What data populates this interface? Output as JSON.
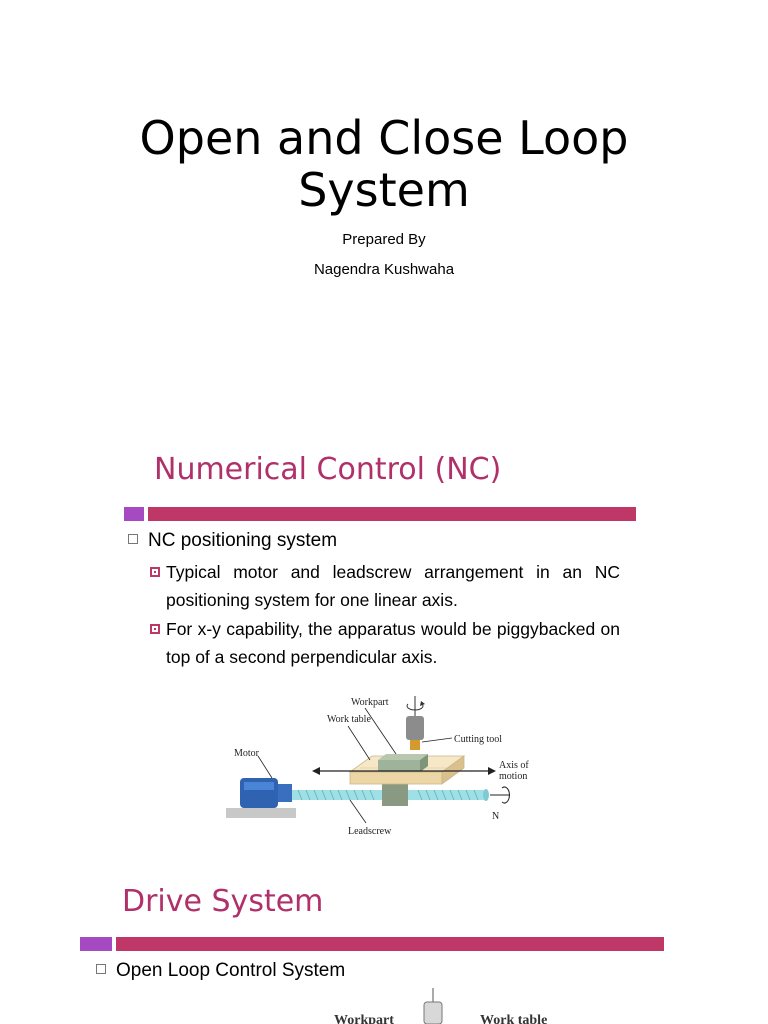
{
  "title_slide": {
    "title_line1": "Open and Close Loop",
    "title_line2": "System",
    "prepared_by": "Prepared By",
    "author": "Nagendra Kushwaha"
  },
  "nc_slide": {
    "heading": "Numerical Control (NC)",
    "bullet": "NC positioning system",
    "sub_bullets": [
      "Typical motor and leadscrew arrangement in an NC positioning system for one linear axis.",
      "For x-y capability, the apparatus would be piggybacked on top of a second perpendicular axis."
    ],
    "diagram_labels": {
      "workpart": "Workpart",
      "work_table": "Work table",
      "cutting_tool": "Cutting tool",
      "motor": "Motor",
      "axis_of": "Axis of",
      "motion": "motion",
      "n": "N",
      "leadscrew": "Leadscrew"
    }
  },
  "drive_slide": {
    "heading": "Drive System",
    "bullet": "Open Loop Control System",
    "diagram_partial_left": "Workpart",
    "diagram_partial_right": "Work table"
  },
  "colors": {
    "heading": "#b0306a",
    "bar_accent": "#a54ac0",
    "bar_main": "#bf3766",
    "motor": "#2f62b0",
    "table": "#f1dfb6",
    "leadscrew": "#9fe0e6"
  }
}
